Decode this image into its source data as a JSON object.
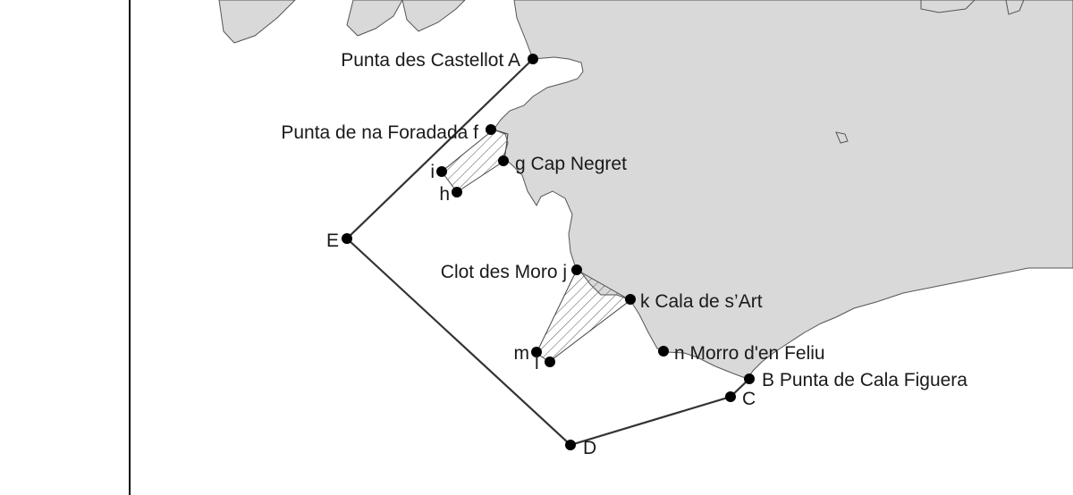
{
  "map": {
    "points": [
      {
        "id": "A",
        "label": "Punta des Castellot A"
      },
      {
        "id": "f",
        "label": "Punta de na Foradada f"
      },
      {
        "id": "g",
        "label": "g Cap Negret"
      },
      {
        "id": "i",
        "label": "i"
      },
      {
        "id": "h",
        "label": "h"
      },
      {
        "id": "E",
        "label": "E"
      },
      {
        "id": "j",
        "label": "Clot des Moro j"
      },
      {
        "id": "k",
        "label": "k Cala de s’Art"
      },
      {
        "id": "n",
        "label": "n Morro d'en Feliu"
      },
      {
        "id": "m",
        "label": "m"
      },
      {
        "id": "l",
        "label": "l"
      },
      {
        "id": "B",
        "label": "B Punta de Cala Figuera"
      },
      {
        "id": "C",
        "label": "C"
      },
      {
        "id": "D",
        "label": "D"
      }
    ],
    "colors": {
      "land": "#d9d9d9",
      "sea": "#ffffff",
      "boundary": "#333333",
      "points": "#000000"
    }
  }
}
